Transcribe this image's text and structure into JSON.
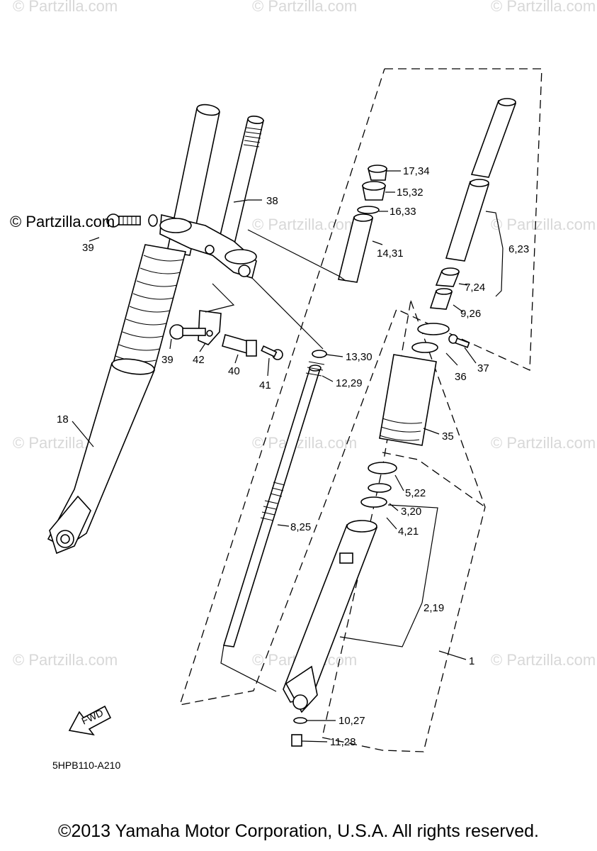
{
  "watermark": "© Partzilla.com",
  "brand_text": "© Partzilla.com",
  "diagram_code": "5HPB110-A210",
  "fwd_label": "FWD",
  "copyright": "©2013 Yamaha Motor Corporation, U.S.A. All rights reserved.",
  "callouts": {
    "c17_34": "17,34",
    "c15_32": "15,32",
    "c16_33": "16,33",
    "c14_31": "14,31",
    "c6_23": "6,23",
    "c7_24": "7,24",
    "c9_26": "9,26",
    "c38": "38",
    "c39a": "39",
    "c39b": "39",
    "c42": "42",
    "c40": "40",
    "c41": "41",
    "c13_30": "13,30",
    "c12_29": "12,29",
    "c36": "36",
    "c37": "37",
    "c35": "35",
    "c18": "18",
    "c5_22": "5,22",
    "c3_20": "3,20",
    "c4_21": "4,21",
    "c8_25": "8,25",
    "c2_19": "2,19",
    "c1": "1",
    "c10_27": "10,27",
    "c11_28": "11,28"
  }
}
